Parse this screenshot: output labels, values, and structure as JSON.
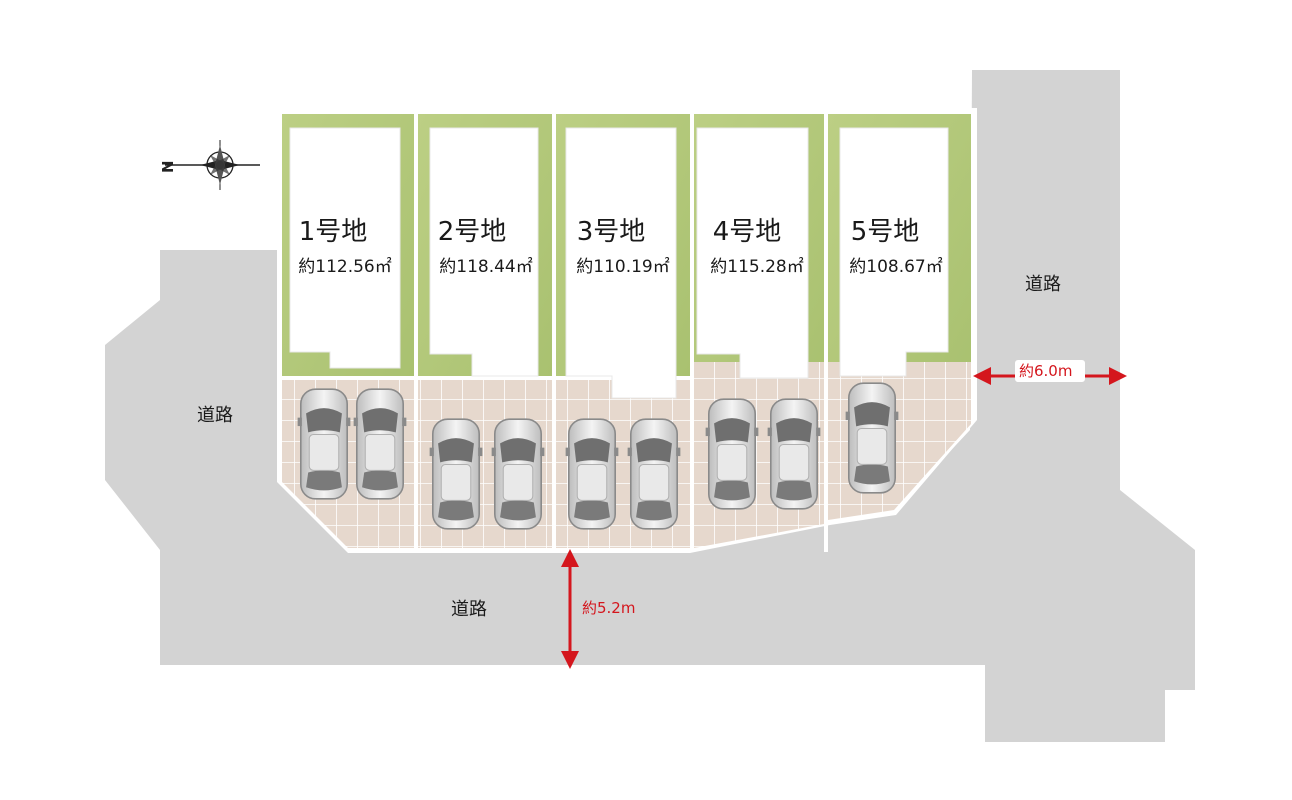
{
  "lots": [
    {
      "name": "1号地",
      "area": "約112.56㎡"
    },
    {
      "name": "2号地",
      "area": "約118.44㎡"
    },
    {
      "name": "3号地",
      "area": "約110.19㎡"
    },
    {
      "name": "4号地",
      "area": "約115.28㎡"
    },
    {
      "name": "5号地",
      "area": "約108.67㎡"
    }
  ],
  "roads": {
    "west": "道路",
    "south": "道路",
    "east": "道路"
  },
  "widths": {
    "south": "約5.2m",
    "east": "約6.0m"
  },
  "compass": {
    "label": "N",
    "icon": "compass-icon"
  },
  "colors": {
    "road": "#d3d3d3",
    "lawn": "#b8cc7e",
    "paving": "#e3d5ca",
    "building": "#ffffff",
    "dimension": "#d4161d"
  }
}
